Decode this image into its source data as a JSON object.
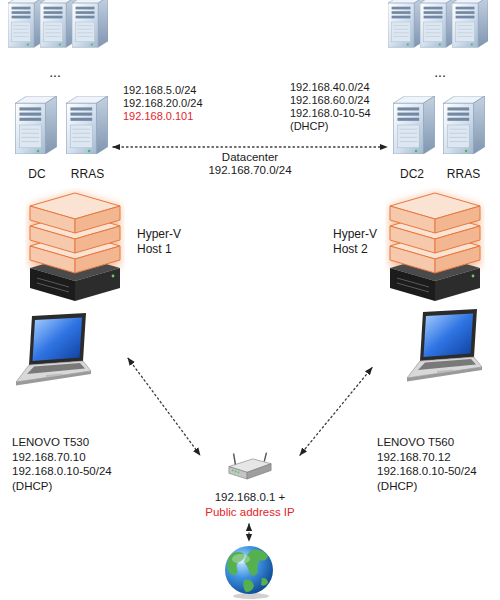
{
  "diagram": {
    "nodes": [
      {
        "text": [
          "DC"
        ]
      },
      {
        "text": [
          "RRAS"
        ]
      },
      {
        "text": [
          "DC2"
        ]
      },
      {
        "text": [
          "RRAS"
        ]
      },
      {
        "text": [
          "Hyper-V Host 1"
        ]
      },
      {
        "text": [
          "Hyper-V Host 2"
        ]
      },
      {
        "text": [
          "LENOVO T530",
          "192.168.70.10",
          "192.168.0.10-50/24",
          "(DHCP)"
        ]
      },
      {
        "text": [
          "LENOVO T560",
          "192.168.70.12",
          "192.168.0.10-50/24",
          "(DHCP)"
        ]
      },
      {
        "text": [
          "192.168.0.1 +",
          "Public address IP"
        ]
      }
    ],
    "edges": [
      {
        "from": 1,
        "to": 2,
        "label": "Datacenter 192.168.70.0/24",
        "arrow": "both"
      },
      {
        "from": 6,
        "to": 8,
        "arrow": "both"
      },
      {
        "from": 7,
        "to": 8,
        "arrow": "both"
      }
    ],
    "labels": [
      "...",
      "...",
      "192.168.5.0/24",
      "192.168.20.0/24",
      "192.168.0.101",
      "192.168.40.0/24",
      "192.168.60.0/24",
      "192.168.0-10-54",
      "(DHCP)"
    ]
  }
}
